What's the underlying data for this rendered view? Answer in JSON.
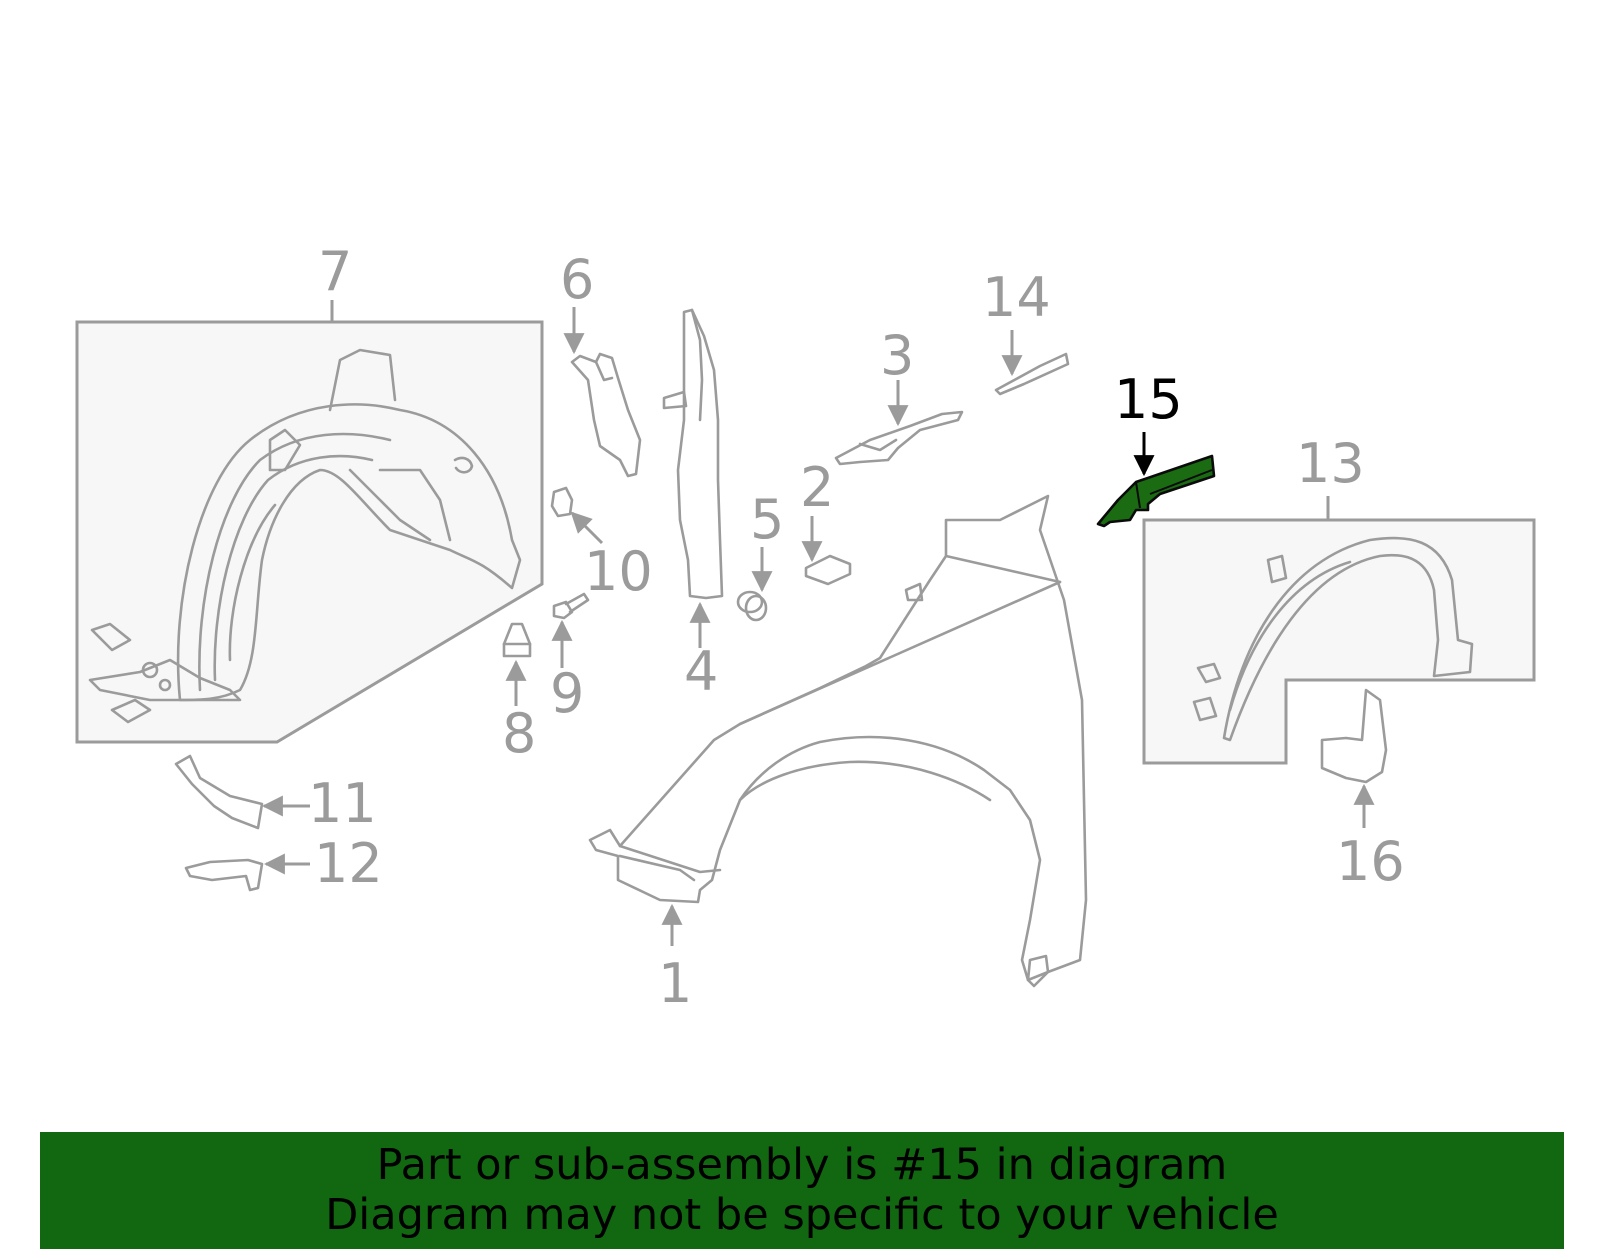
{
  "callouts": {
    "c1": "1",
    "c2": "2",
    "c3": "3",
    "c4": "4",
    "c5": "5",
    "c6": "6",
    "c7": "7",
    "c8": "8",
    "c9": "9",
    "c10": "10",
    "c11": "11",
    "c12": "12",
    "c13": "13",
    "c14": "14",
    "c15": "15",
    "c16": "16"
  },
  "highlight": {
    "part_number": "15",
    "color": "#1a6b12"
  },
  "banner": {
    "line1": "Part or sub-assembly is #15 in diagram",
    "line2": "Diagram may not be specific to your vehicle",
    "background": "#116811"
  }
}
